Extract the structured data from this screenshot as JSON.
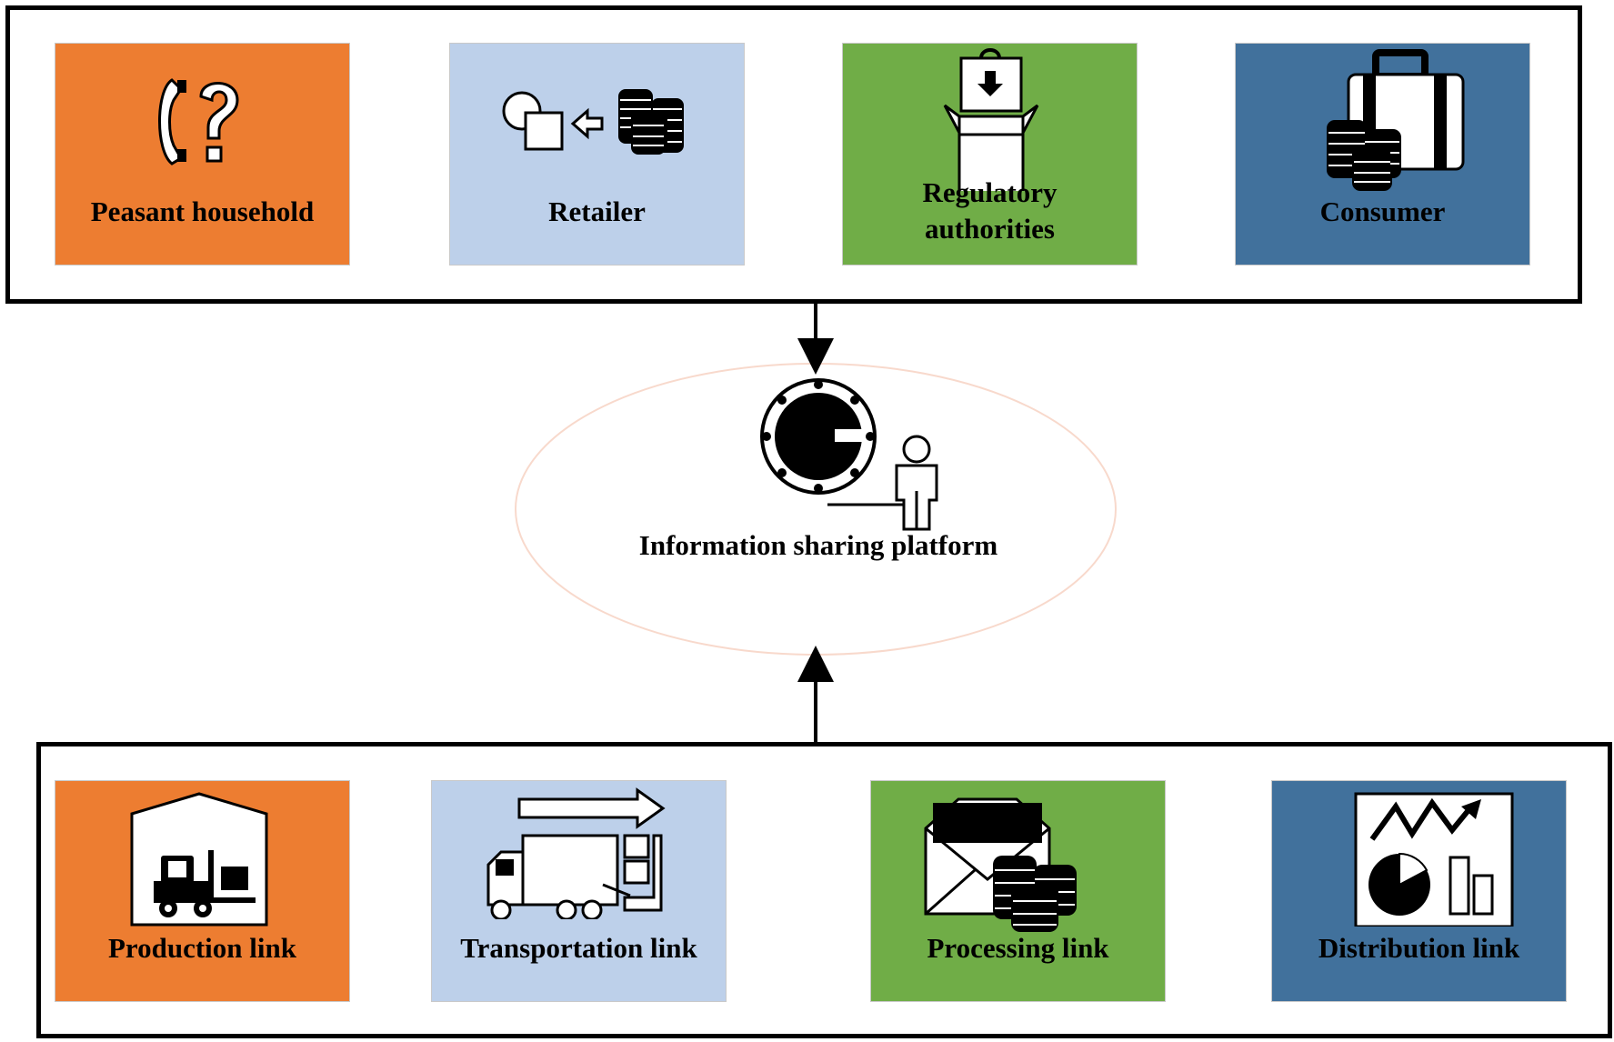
{
  "colors": {
    "orange": "#ED7D31",
    "light_blue": "#BDD0EA",
    "green": "#70AD47",
    "steel_blue": "#41719C",
    "ellipse_stroke": "#F8D9CC"
  },
  "top_row": [
    {
      "label": "Peasant household",
      "icon": "phone-question-icon",
      "color": "orange"
    },
    {
      "label": "Retailer",
      "icon": "exchange-coins-icon",
      "color": "light_blue"
    },
    {
      "label": "Regulatory\nauthorities",
      "icon": "box-bag-icon",
      "color": "green"
    },
    {
      "label": "Consumer",
      "icon": "suitcase-coins-icon",
      "color": "steel_blue"
    }
  ],
  "platform": {
    "label": "Information sharing platform",
    "icon": "safe-person-icon"
  },
  "bottom_row": [
    {
      "label": "Production link",
      "icon": "forklift-warehouse-icon",
      "color": "orange"
    },
    {
      "label": "Transportation link",
      "icon": "truck-arrow-icon",
      "color": "light_blue"
    },
    {
      "label": "Processing link",
      "icon": "envelope-coins-icon",
      "color": "green"
    },
    {
      "label": "Distribution link",
      "icon": "chart-board-icon",
      "color": "steel_blue"
    }
  ]
}
